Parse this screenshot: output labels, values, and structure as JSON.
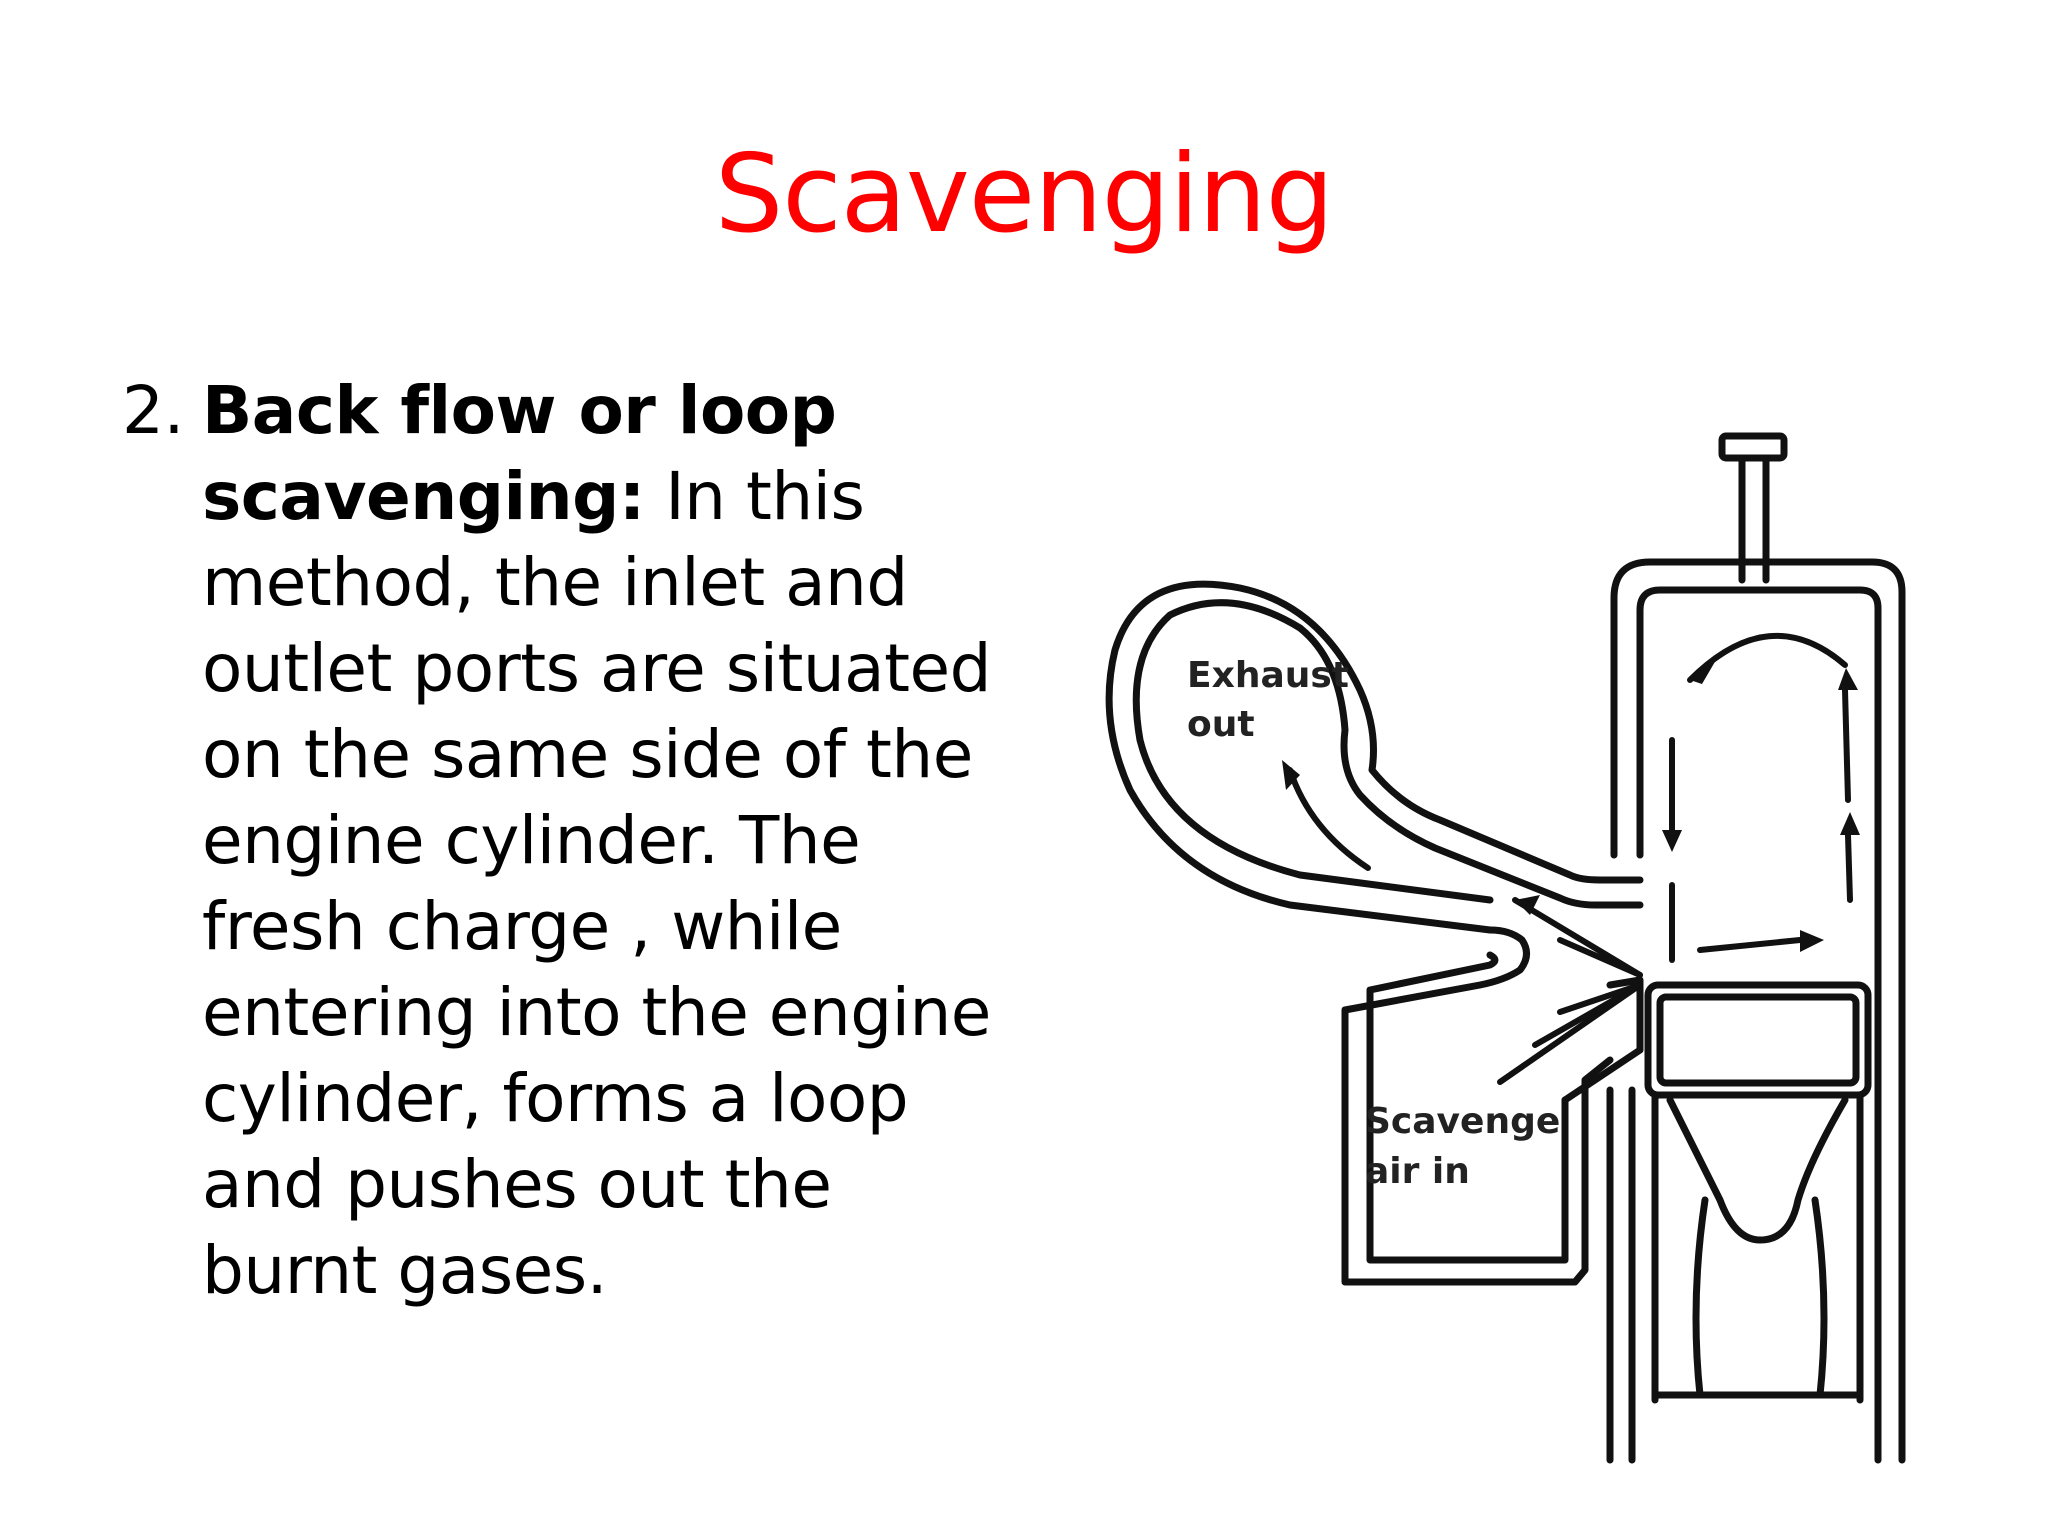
{
  "slide": {
    "title": "Scavenging",
    "item": {
      "number": "2.",
      "heading": "Back flow or loop scavenging:",
      "text": " In this method, the inlet and outlet ports are situated on the same side of the engine cylinder. The fresh charge , while entering into the engine cylinder, forms a loop and pushes out the burnt gases."
    }
  },
  "diagram": {
    "exhaust_label_line1": "Exhaust",
    "exhaust_label_line2": "out",
    "scavenge_label_line1": "Scavenge",
    "scavenge_label_line2": "air in"
  }
}
